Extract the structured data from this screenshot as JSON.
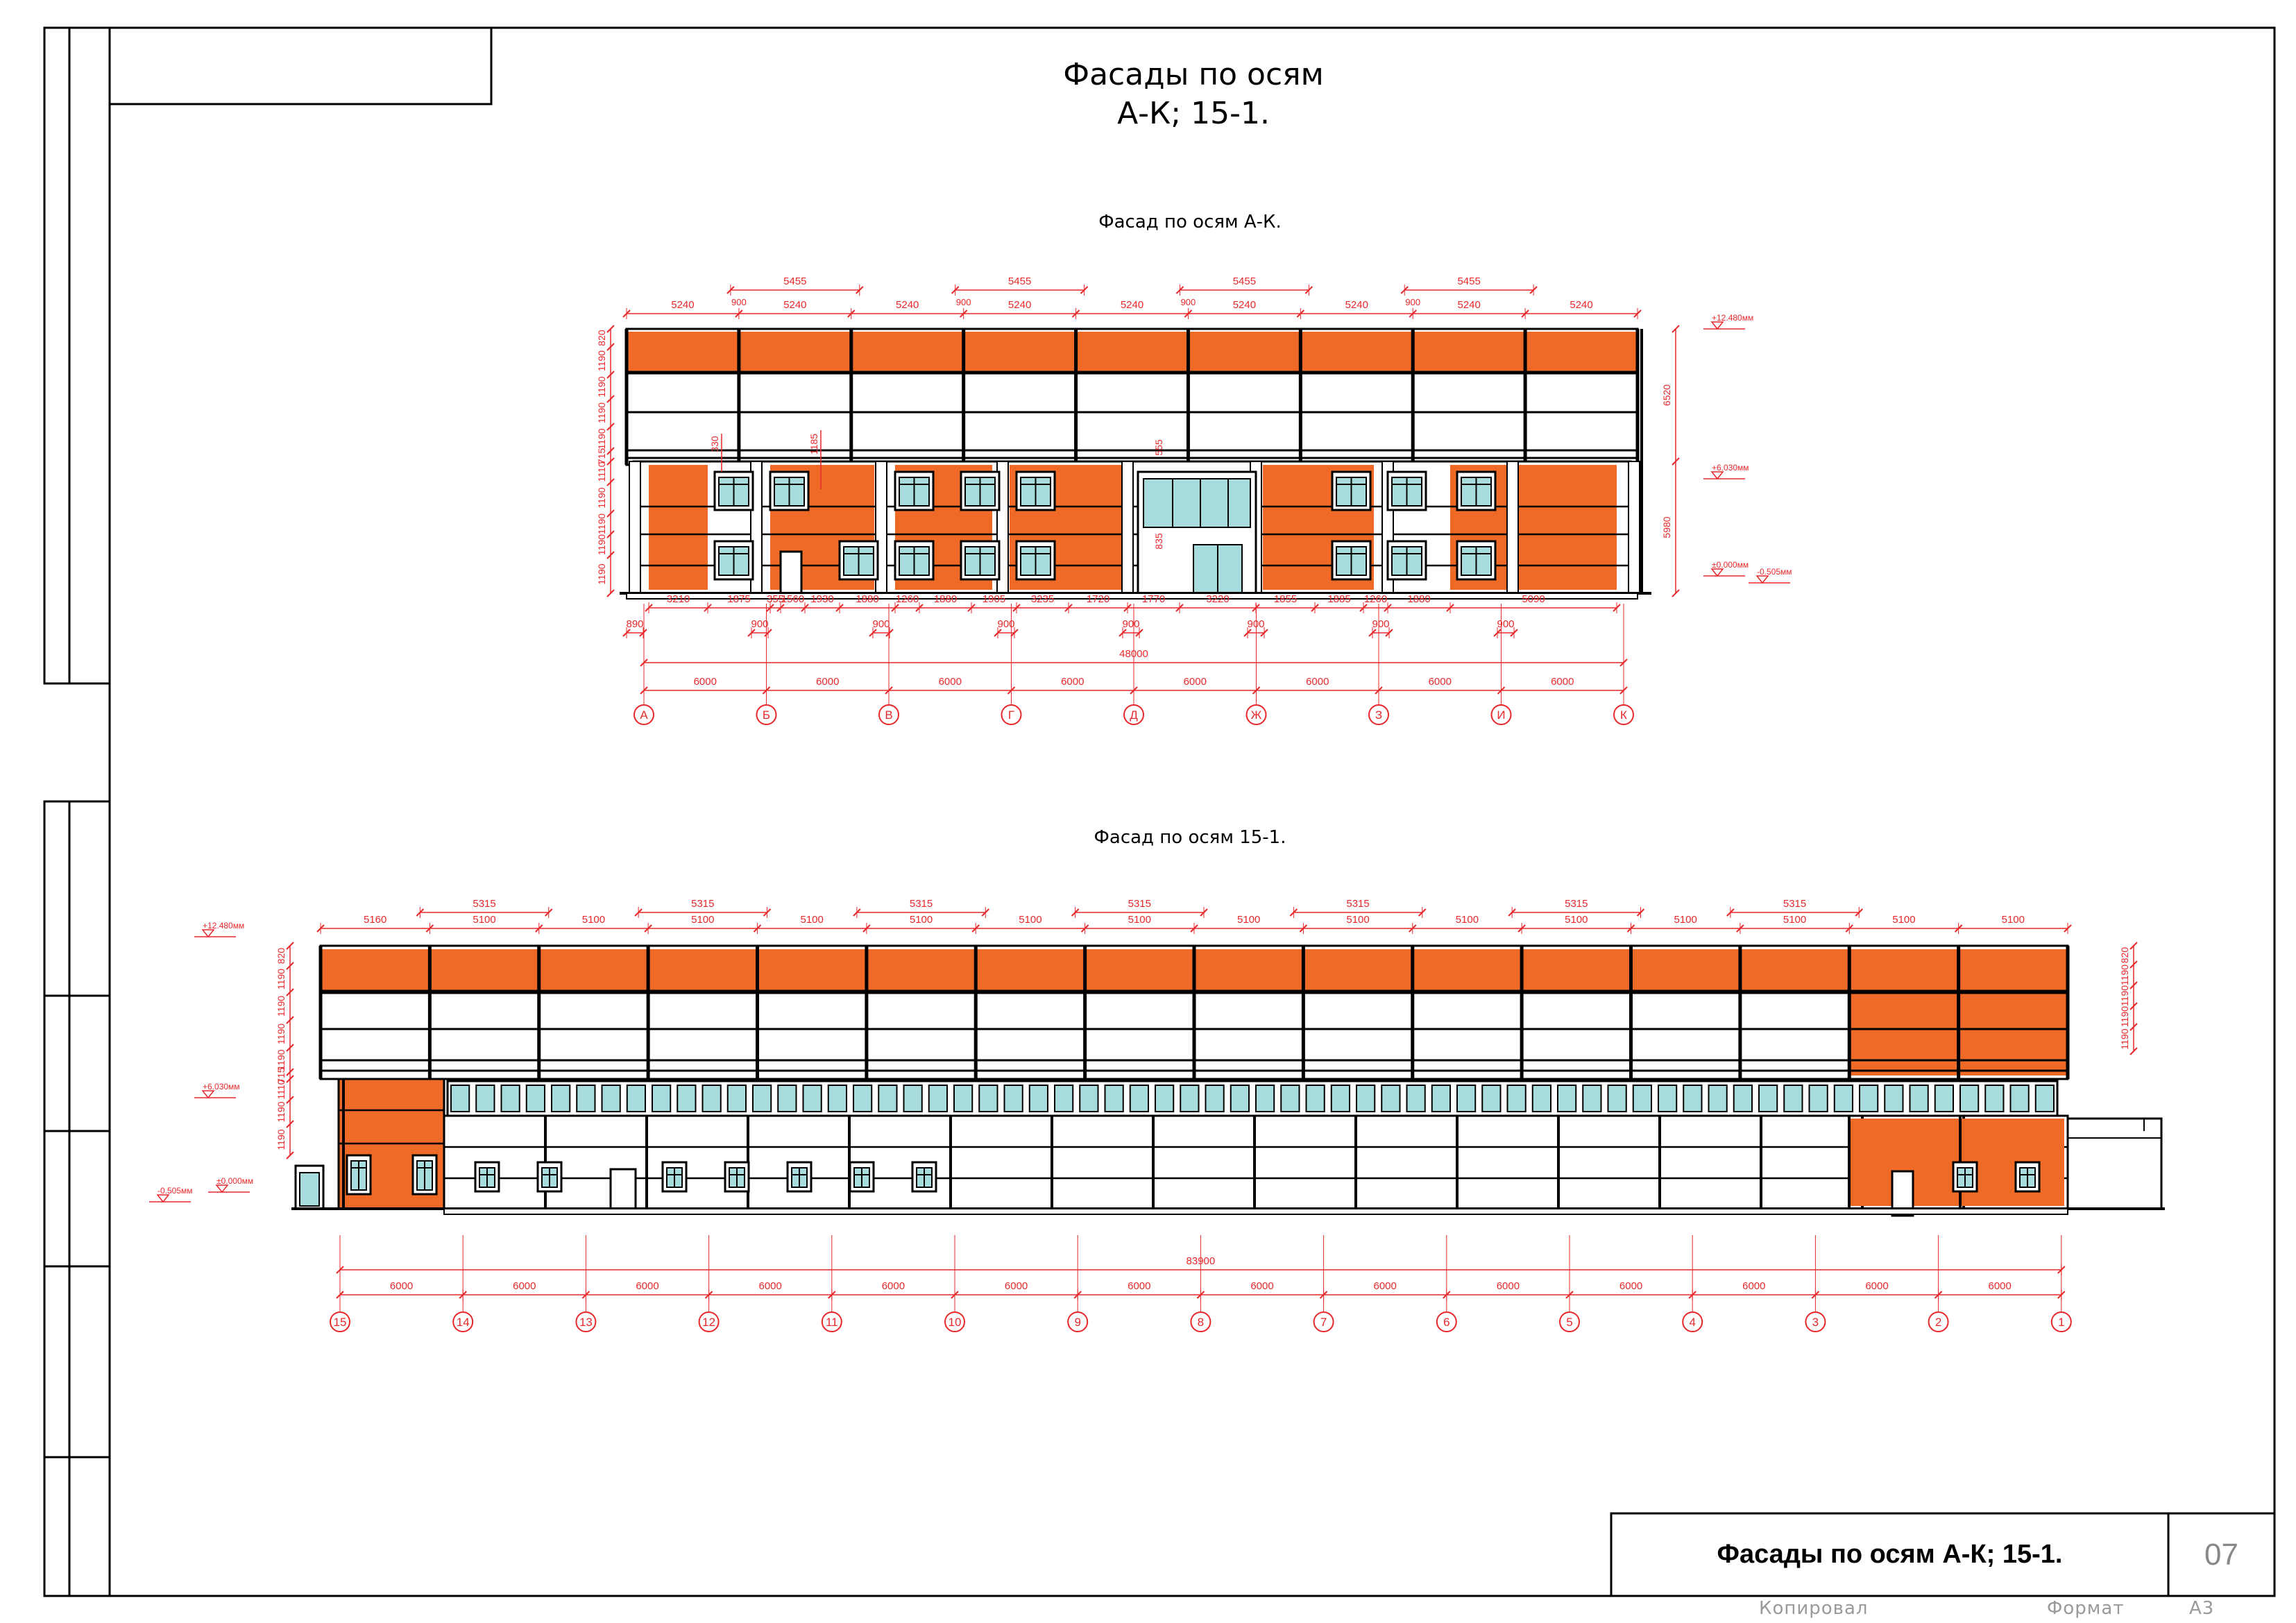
{
  "sheet": {
    "title_line1": "Фасады по осям",
    "title_line2": "А-К; 15-1.",
    "stamp_title": "Фасады по осям А-К; 15-1.",
    "sheet_number": "07",
    "footer_copied": "Копировал",
    "footer_format_label": "Формат",
    "footer_format_value": "А3"
  },
  "colors": {
    "cladding_orange": "#EE6A26",
    "glazing": "#A8DCDC",
    "dimension_red": "#E8282B",
    "line": "#000000"
  },
  "facade_ak": {
    "title": "Фасад по осям А-К.",
    "axes": [
      "А",
      "Б",
      "В",
      "Г",
      "Д",
      "Ж",
      "З",
      "И",
      "К"
    ],
    "axis_spacing": [
      "6000",
      "6000",
      "6000",
      "6000",
      "6000",
      "6000",
      "6000",
      "6000"
    ],
    "overall": "48000",
    "top_dims_outer": [
      "5455",
      "5455",
      "5455",
      "5455"
    ],
    "top_dims_inner": [
      "5240",
      "5240",
      "5240",
      "5240",
      "5240",
      "5240",
      "5240",
      "5240",
      "5240"
    ],
    "top_gaps": [
      "900",
      "900",
      "900",
      "900"
    ],
    "bottom_dims_1": [
      "3210",
      "1875",
      "355",
      "1560",
      "1930",
      "1880",
      "1260",
      "1880",
      "1905",
      "3235",
      "1720",
      "1770",
      "3220",
      "1855",
      "1885",
      "1260",
      "1880",
      "5090"
    ],
    "bottom_dims_2": [
      "890",
      "900",
      "900",
      "900",
      "900",
      "900",
      "900",
      "900"
    ],
    "left_dims": [
      "820",
      "1190",
      "1190",
      "1190",
      "1190",
      "715",
      "1110",
      "1190",
      "1190",
      "1190",
      "1190"
    ],
    "inner_dims": [
      "330",
      "1185",
      "555",
      "835"
    ],
    "right_dims": [
      "6520",
      "5980"
    ],
    "levels": [
      "+12.480мм",
      "+6.030мм",
      "±0.000мм",
      "-0.505мм"
    ]
  },
  "facade_15_1": {
    "title": "Фасад по осям 15-1.",
    "axes": [
      "15",
      "14",
      "13",
      "12",
      "11",
      "10",
      "9",
      "8",
      "7",
      "6",
      "5",
      "4",
      "3",
      "2",
      "1"
    ],
    "axis_spacing": [
      "6000",
      "6000",
      "6000",
      "6000",
      "6000",
      "6000",
      "6000",
      "6000",
      "6000",
      "6000",
      "6000",
      "6000",
      "6000",
      "6000"
    ],
    "overall": "83900",
    "top_dims_outer": [
      "5315",
      "5315",
      "5315",
      "5315",
      "5315",
      "5315",
      "5315"
    ],
    "top_dims_inner": [
      "5160",
      "5100",
      "5100",
      "5100",
      "5100",
      "5100",
      "5100",
      "5100",
      "5100",
      "5100",
      "5100",
      "5100",
      "5100",
      "5100",
      "5100",
      "5100"
    ],
    "left_dims": [
      "820",
      "1190",
      "1190",
      "1190",
      "1190",
      "715",
      "1110",
      "1190",
      "1190"
    ],
    "right_dims": [
      "820",
      "1190",
      "1190",
      "1190",
      "1190"
    ],
    "levels": [
      "+12.480мм",
      "+6.030мм",
      "±0.000мм",
      "-0.505мм"
    ]
  }
}
